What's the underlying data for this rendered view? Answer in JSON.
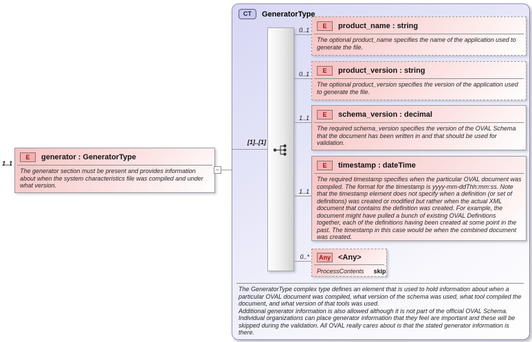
{
  "generator_element": {
    "badge": "E",
    "name": "generator : GeneratorType",
    "cardinality": "1..1",
    "doc": "The generator section must be present and provides information about when the system characteristics file was compiled and under what version."
  },
  "collapse_toggle": "−",
  "complex_type": {
    "badge": "CT",
    "title": "GeneratorType",
    "compositor": "sequence",
    "sequence_cardinality": "[1]..[1]",
    "doc": "The GeneratorType complex type defines an element that is used to hold information about when a particular OVAL document was compiled, what version of the schema was used, what tool compiled the document, and what version of that tools was used.\nAdditional generator information is also allowed although it is not part of the official OVAL Schema. Individual organizations can place generator information that they feel are important and these will be skipped during the validation. All OVAL really cares about is that the stated generator information is there."
  },
  "children": [
    {
      "badge": "E",
      "name": "product_name : string",
      "cardinality": "0..1",
      "doc": "The optional product_name specifies the name of the application used to generate the file."
    },
    {
      "badge": "E",
      "name": "product_version : string",
      "cardinality": "0..1",
      "doc": "The optional product_version specifies the version of the application used to generate the file."
    },
    {
      "badge": "E",
      "name": "schema_version : decimal",
      "cardinality": "1..1",
      "doc": "The required schema_version specifies the version of the OVAL Schema that the document has been written in and that should be used for validation."
    },
    {
      "badge": "E",
      "name": "timestamp : dateTime",
      "cardinality": "1..1",
      "doc": "The required timestamp specifies when the particular OVAL document was compiled. The format for the timestamp is yyyy-mm-ddThh:mm:ss. Note that the timestamp element does not specify when a definition (or set of definitions) was created or modified but rather when the actual XML document that contains the definition was created. For example, the document might have pulled a bunch of existing OVAL Definitions together, each of the definitions having been created at some point in the past. The timestamp in this case would be when the combined document was created."
    },
    {
      "badge": "Any",
      "name": "<Any>",
      "cardinality": "0..*",
      "attr_label": "ProcessContents",
      "attr_value": "skip"
    }
  ],
  "colors": {
    "container_fill": "#d7d7f4",
    "element_fill": "#f7c2c2",
    "badge_element_fill": "#f4b0b0",
    "badge_element_text": "#9b1515",
    "badge_ct_fill": "#cacaec",
    "border_gray": "#9a9a9a",
    "connector": "#9a9a9a"
  }
}
